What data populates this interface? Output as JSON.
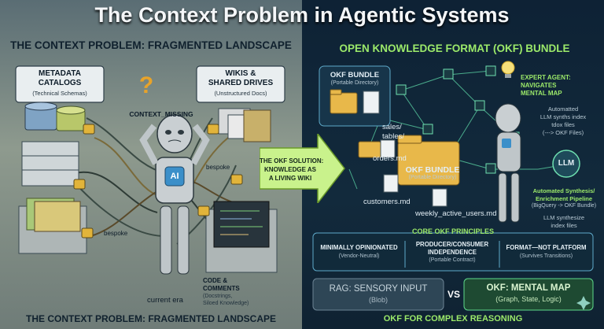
{
  "title": "The Context Problem in Agentic Systems",
  "left": {
    "header": "THE CONTEXT PROBLEM: FRAGMENTED LANDSCAPE",
    "footer": "THE CONTEXT PROBLEM: FRAGMENTED LANDSCAPE",
    "metadata": {
      "line1": "METADATA",
      "line2": "CATALOGS",
      "sub": "(Technical Schemas)"
    },
    "wikis": {
      "line1": "WIKIS &",
      "line2": "SHARED DRIVES",
      "sub": "(Unstructured Docs)"
    },
    "context_missing": "CONTEXT_MISSING",
    "question_mark": "?",
    "robot_chest": "AI",
    "bespoke_1": "bespoke",
    "bespoke_2": "bespoke",
    "code": {
      "line1": "CODE &",
      "line2": "COMMENTS",
      "sub1": "(Docstrings,",
      "sub2": "Siloed Knowledge)"
    },
    "current_era": "current era"
  },
  "arrow": {
    "line1": "THE OKF SOLUTION:",
    "line2": "KNOWLEDGE AS",
    "line3": "A LIVING WIKI"
  },
  "right": {
    "header": "OPEN KNOWLEDGE FORMAT (OKF) BUNDLE",
    "okf_bundle_top": {
      "title": "OKF BUNDLE",
      "sub": "(Portable Directory)"
    },
    "folder_label_1": "sales/",
    "folder_label_2": "tables/",
    "orders": "orders.md",
    "okf_bundle_center": {
      "title": "OKF BUNDLE",
      "sub": "(Portable Directory)"
    },
    "customers": "customers.md",
    "weekly": "weekly_active_users.md",
    "expert": {
      "line1": "EXPERT AGENT:",
      "line2": "NAVIGATES",
      "line3": "MENTAL MAP"
    },
    "automated_top": {
      "line1": "Automatted",
      "line2": "LLM synths index",
      "line3": "tdox files",
      "line4": "(---> OKF Files)"
    },
    "llm": "LLM",
    "automated_synthesis": {
      "line1": "Automated Synthesis/",
      "line2": "Enrichment Pipeline",
      "line3": "(BigQuery -> OKF Bundle)"
    },
    "llm_synthesize": {
      "line1": "LLM synthesize",
      "line2": "index files"
    },
    "principles_header": "CORE OKF PRINCIPLES",
    "principles": [
      {
        "line1": "MINIMALLY OPINIONATED",
        "line2": "",
        "sub": "(Vendor-Neutral)"
      },
      {
        "line1": "PRODUCER/CONSUMER",
        "line2": "INDEPENDENCE",
        "sub": "(Portable Contract)"
      },
      {
        "line1": "FORMAT—NOT PLATFORM",
        "line2": "",
        "sub": "(Survives Transitions)"
      }
    ],
    "rag": {
      "title": "RAG: SENSORY INPUT",
      "sub": "(Blob)"
    },
    "vs": "VS",
    "okf_map": {
      "title": "OKF: MENTAL MAP",
      "sub": "(Graph, State, Logic)"
    },
    "footer": "OKF FOR COMPLEX REASONING"
  },
  "colors": {
    "accent_green": "#9cea6a",
    "right_bg": "#122a3c",
    "left_bg": "#8e9a8e",
    "folder": "#e8b84a",
    "arrow": "#c9f28c"
  },
  "icons": [
    "question-mark-icon",
    "robot-icon",
    "database-icon",
    "lock-icon",
    "folder-icon",
    "document-icon",
    "lightbulb-icon",
    "cube-icon",
    "sparkle-icon",
    "llm-node-icon"
  ]
}
